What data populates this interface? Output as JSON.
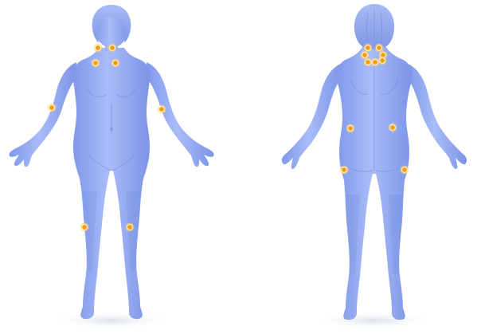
{
  "figures": [
    {
      "view": "front",
      "points": [
        "neck-left",
        "neck-right",
        "clavicle-left",
        "clavicle-right",
        "elbow-left",
        "elbow-right",
        "knee-left",
        "knee-right"
      ]
    },
    {
      "view": "back",
      "points": [
        "occiput-left",
        "occiput-right",
        "neck-left",
        "neck-right",
        "trapezius-left",
        "trapezius-center",
        "trapezius-right",
        "gluteal-left",
        "gluteal-right",
        "hip-left",
        "hip-right"
      ]
    }
  ],
  "colors": {
    "body": "#93a9f3",
    "body_shadow": "#6f8fe0",
    "point": "#f59b0c",
    "point_highlight": "#ffd27a",
    "background": "#ffffff"
  }
}
